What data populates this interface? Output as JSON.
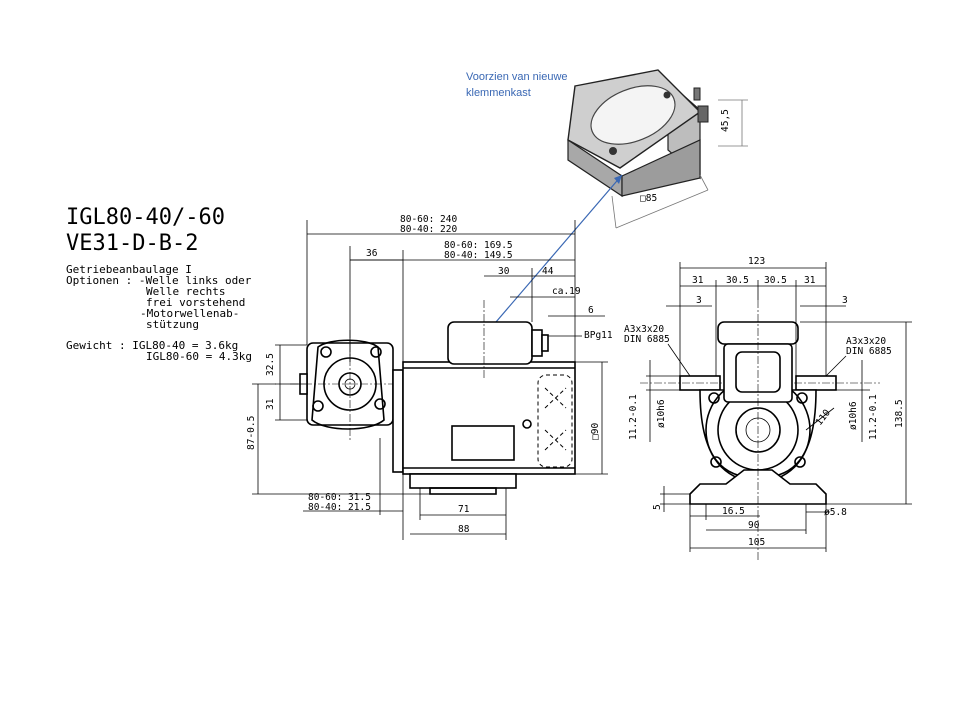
{
  "note": {
    "line1": "Voorzien van nieuwe",
    "line2": "klemmenkast",
    "color": "#3a68b4"
  },
  "title": {
    "line1": "IGL80-40/-60",
    "line2": "VE31-D-B-2"
  },
  "spec": {
    "l1": "Getriebeanbaulage I",
    "l2": "Optionen : -Welle links oder",
    "l3": "Welle rechts",
    "l4": "frei vorstehend",
    "l5": "-Motorwellenab-",
    "l6": "stützung",
    "w1": "Gewicht  :  IGL80-40 = 3.6kg",
    "w2": "IGL80-60 = 4.3kg"
  },
  "box_dims": {
    "height": "45,5",
    "side": "□85"
  },
  "side_view": {
    "top1a": "80-60: 240",
    "top1b": "80-40: 220",
    "top2a": "80-60: 169.5",
    "top2b": "80-40: 149.5",
    "d36": "36",
    "d30": "30",
    "d44": "44",
    "ca19": "ca.19",
    "d6": "6",
    "pg": "BPg11",
    "d325": "32.5",
    "d31": "31",
    "d87": "87-0.5",
    "d90": "□90",
    "b1a": "80-60: 31.5",
    "b1b": "80-40: 21.5",
    "d71": "71",
    "d88": "88"
  },
  "front_view": {
    "d123": "123",
    "d31a": "31",
    "d305a": "30.5",
    "d305b": "30.5",
    "d31b": "31",
    "d3a": "3",
    "d3b": "3",
    "keyL1": "A3x3x20",
    "keyL2": "DIN 6885",
    "keyR1": "A3x3x20",
    "keyR2": "DIN 6885",
    "shaftL": "ø10h6",
    "shaftR": "ø10h6",
    "d112L": "11.2-0.1",
    "d112R": "11.2-0.1",
    "d1385": "138.5",
    "d110": "110",
    "d5": "5",
    "d165": "16.5",
    "d58": "ø5.8",
    "d90": "90",
    "d105": "105"
  }
}
